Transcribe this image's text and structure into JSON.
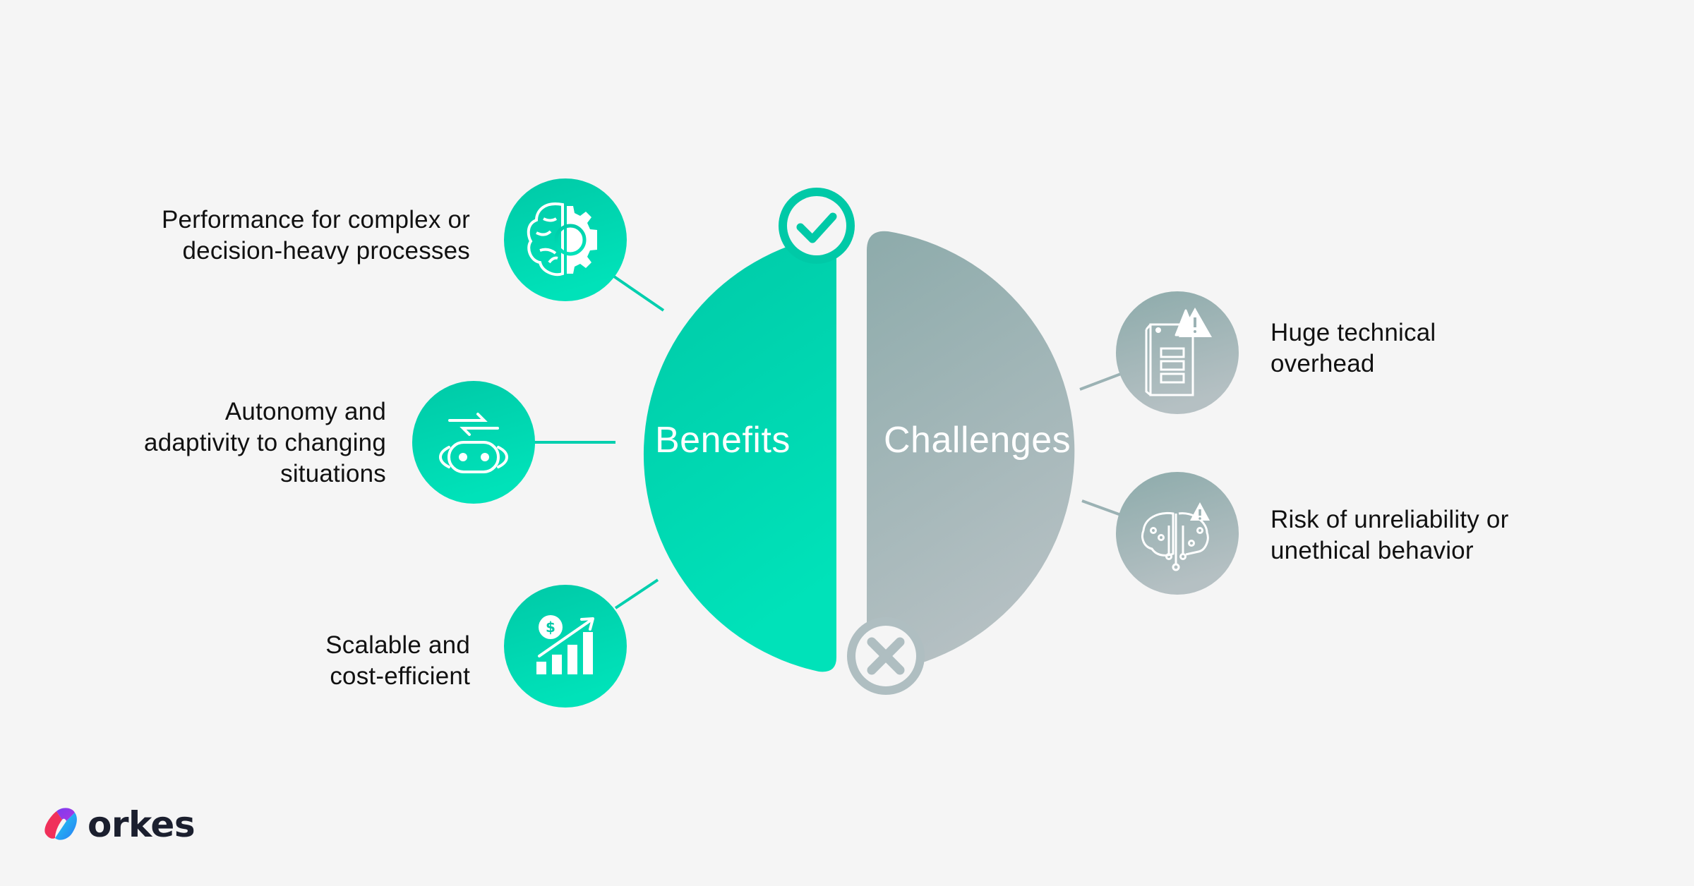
{
  "benefits": {
    "title": "Benefits",
    "color_top": "#00c9a7",
    "color_bottom": "#00e0b8",
    "badge_icon": "check-icon",
    "items": [
      {
        "label": "Performance for complex or\ndecision-heavy processes",
        "icon": "brain-gear-icon"
      },
      {
        "label": "Autonomy and\nadaptivity to changing\nsituations",
        "icon": "robot-arrows-icon"
      },
      {
        "label": "Scalable and\ncost-efficient",
        "icon": "growth-chart-dollar-icon"
      }
    ]
  },
  "challenges": {
    "title": "Challenges",
    "color_top": "#8fadad",
    "color_bottom": "#b2bfc2",
    "badge_icon": "x-icon",
    "items": [
      {
        "label": "Huge technical\noverhead",
        "icon": "server-warning-icon"
      },
      {
        "label": "Risk of unreliability or\nunethical behavior",
        "icon": "circuit-brain-warning-icon"
      }
    ]
  },
  "brand": {
    "name": "orkes"
  }
}
